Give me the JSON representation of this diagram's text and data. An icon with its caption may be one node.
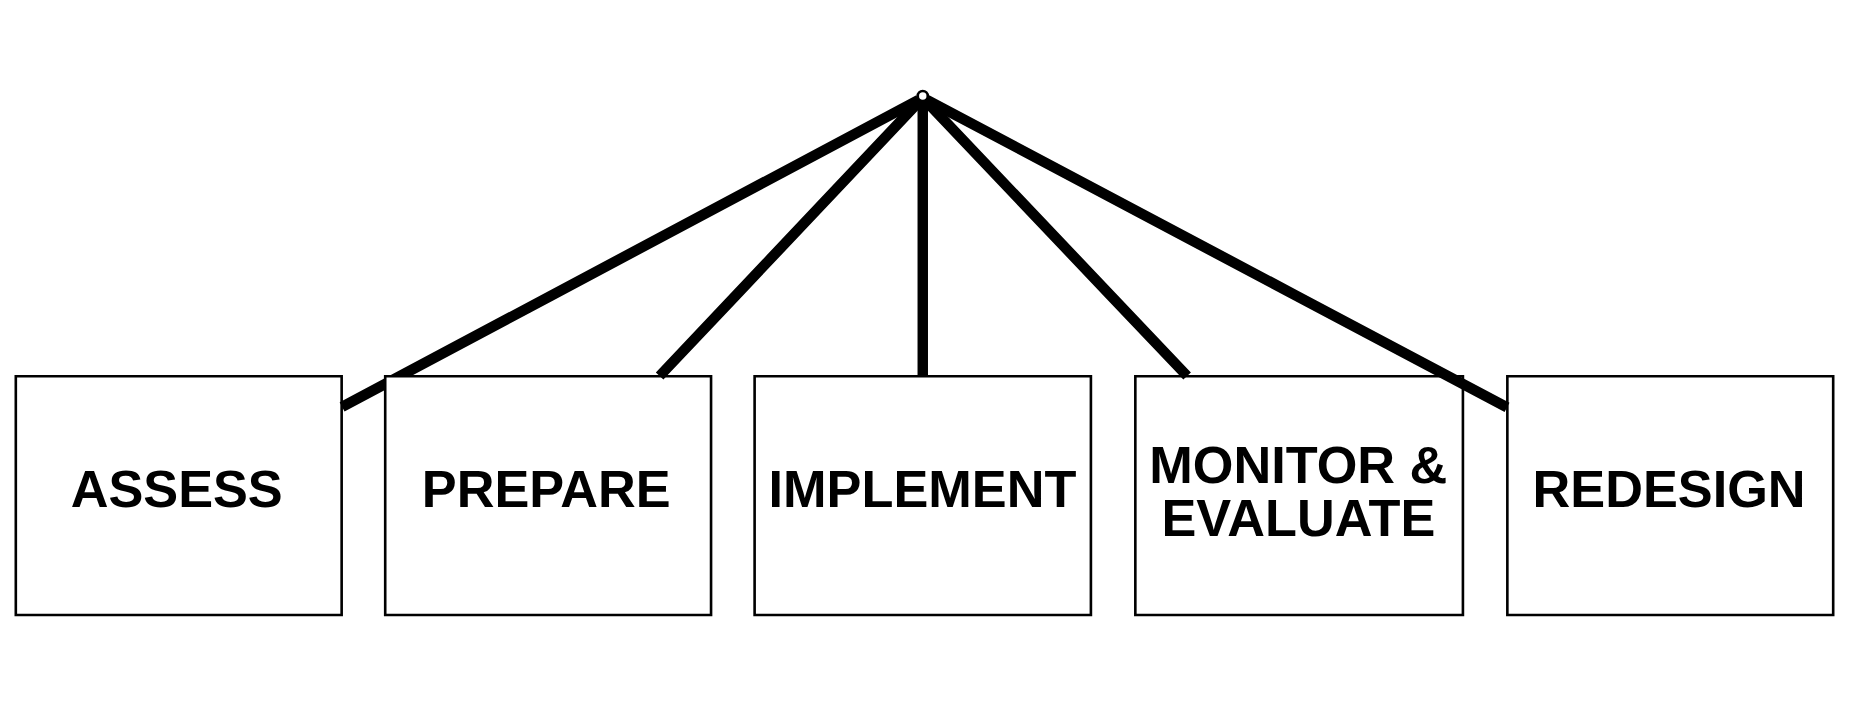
{
  "diagram": {
    "nodes": [
      {
        "text": [],
        "shape": "point"
      },
      {
        "text": [
          "ASSESS"
        ]
      },
      {
        "text": [
          "PREPARE"
        ]
      },
      {
        "text": [
          "IMPLEMENT"
        ]
      },
      {
        "text": [
          "MONITOR & EVALUATE"
        ]
      },
      {
        "text": [
          "REDESIGN"
        ]
      }
    ],
    "edges": [
      {
        "from": 0,
        "to": 1,
        "arrow": "none"
      },
      {
        "from": 0,
        "to": 2,
        "arrow": "none"
      },
      {
        "from": 0,
        "to": 3,
        "arrow": "none"
      },
      {
        "from": 0,
        "to": 4,
        "arrow": "none"
      },
      {
        "from": 0,
        "to": 5,
        "arrow": "none"
      }
    ]
  }
}
